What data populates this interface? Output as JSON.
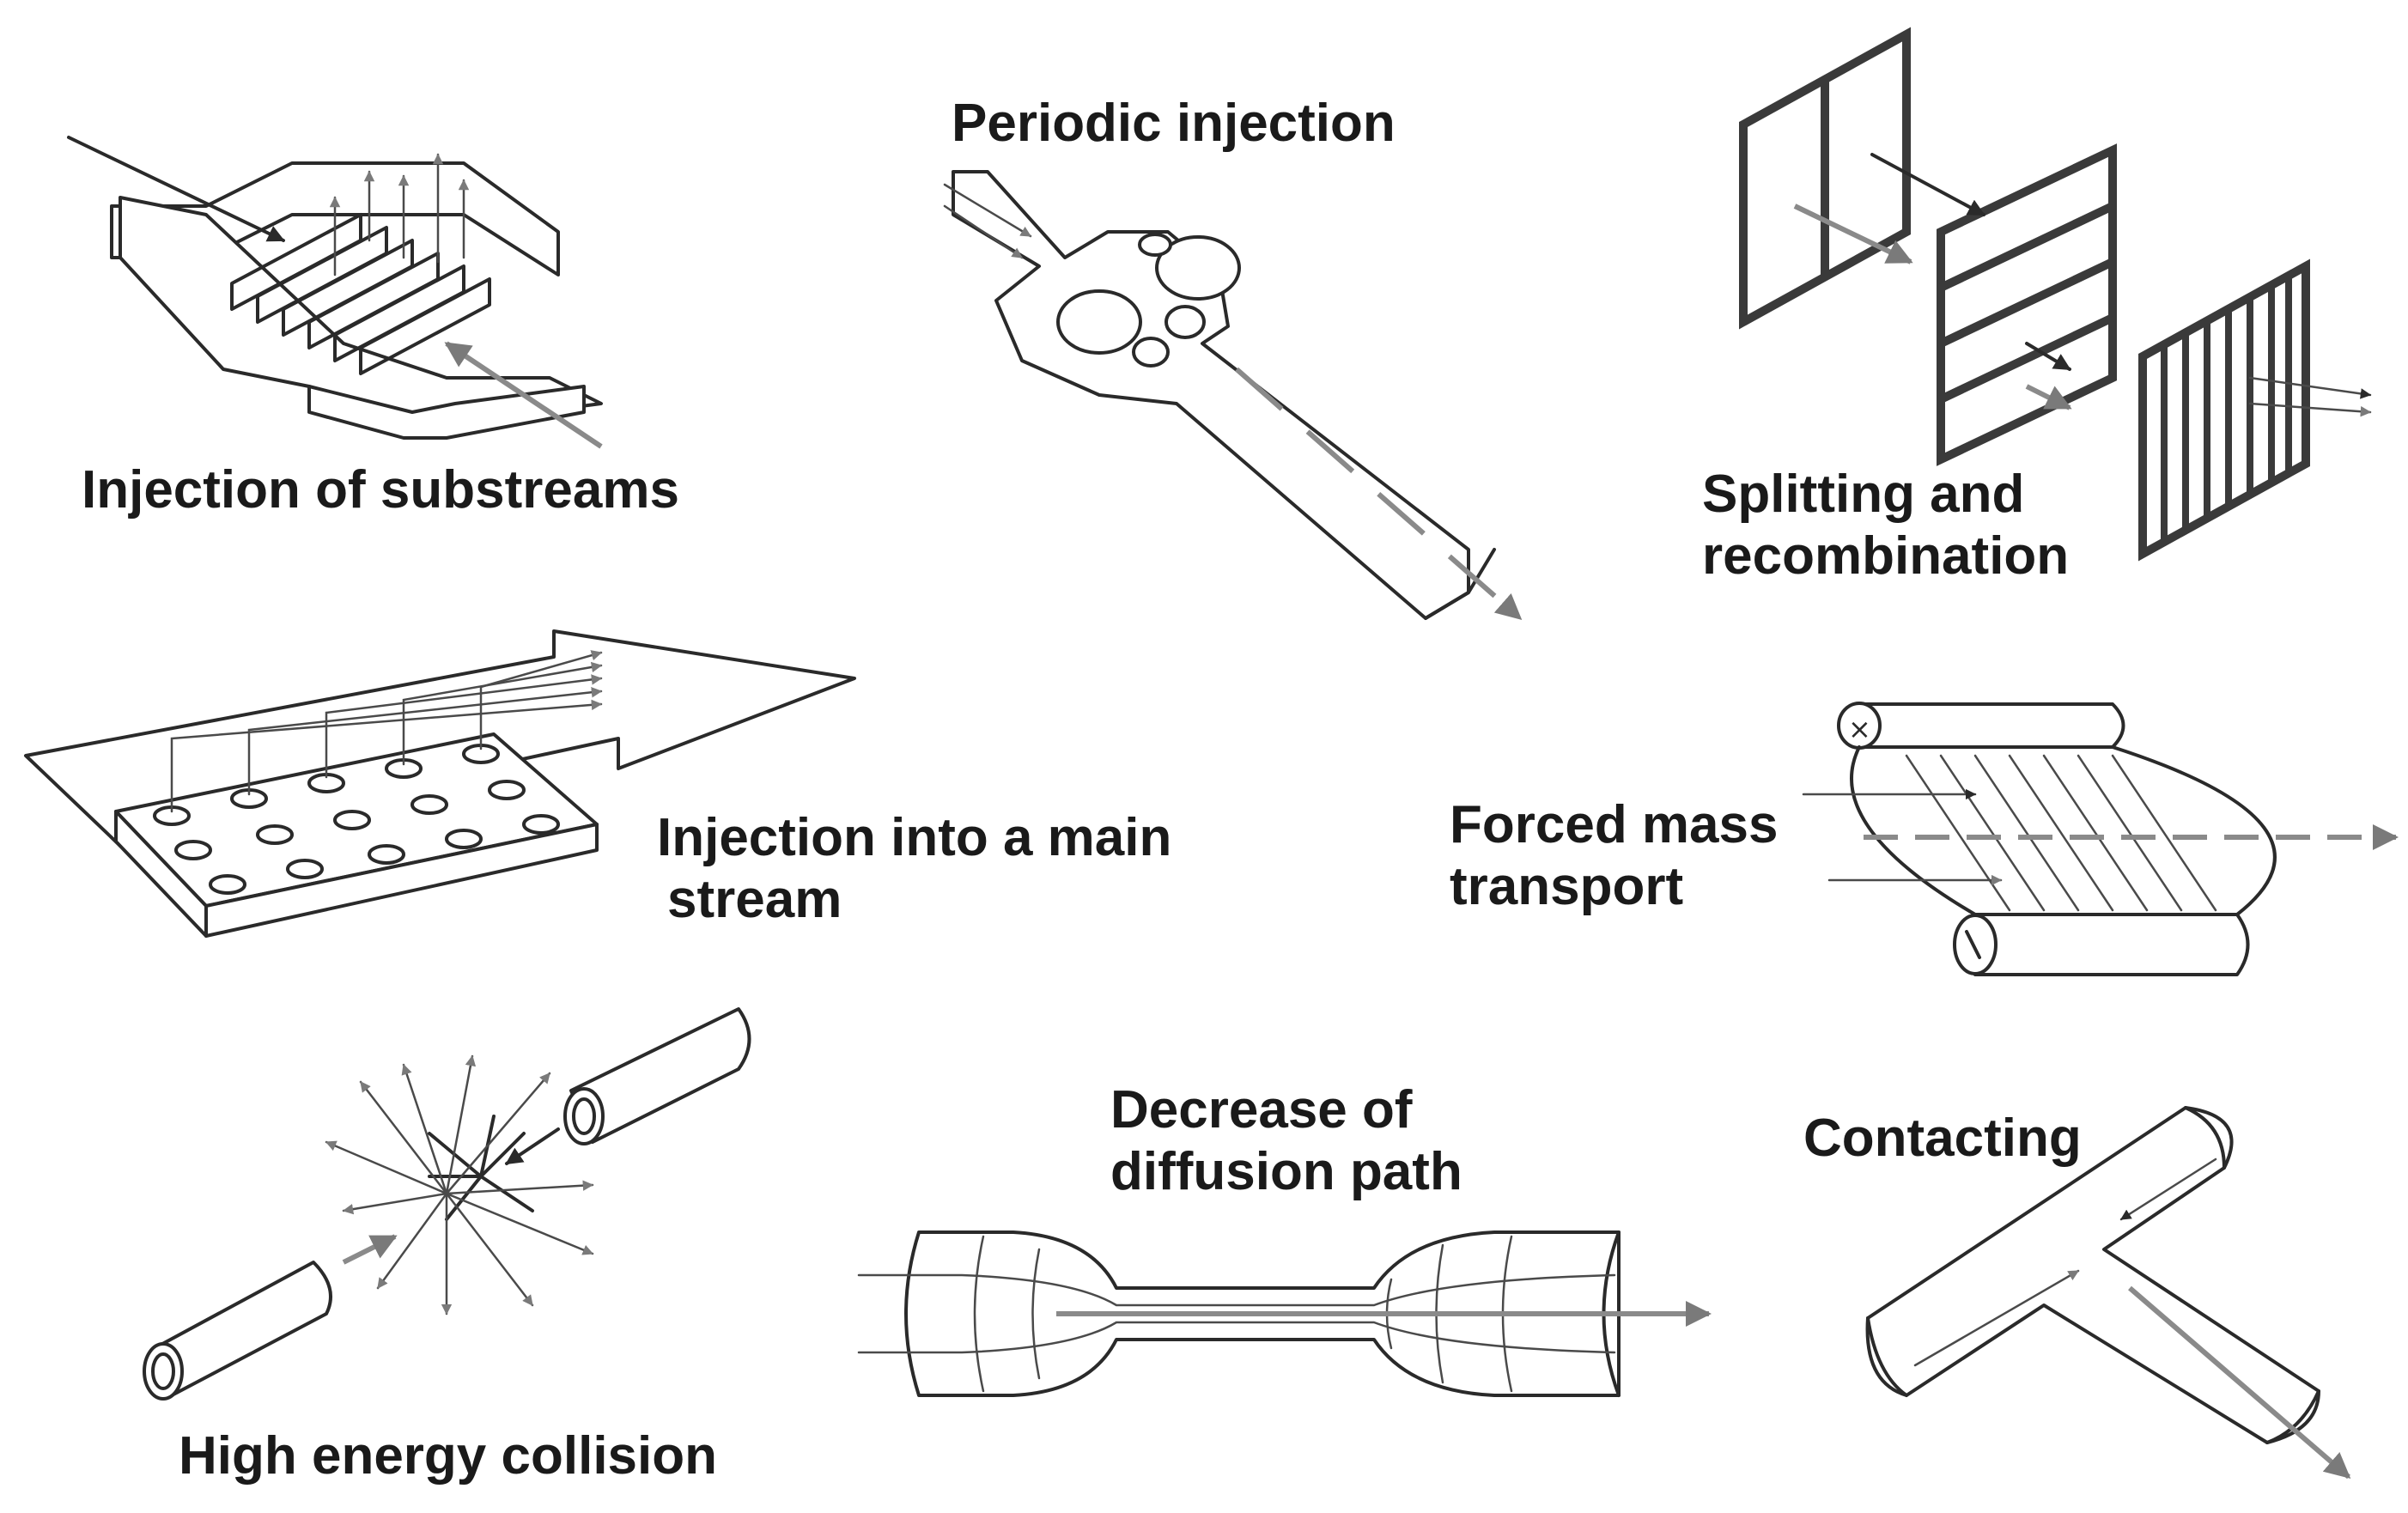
{
  "figure": {
    "panels": [
      {
        "id": "substreams",
        "label": "Injection of substreams"
      },
      {
        "id": "periodic",
        "label": "Periodic injection"
      },
      {
        "id": "splitting",
        "label_lines": [
          "Splitting and",
          "recombination"
        ]
      },
      {
        "id": "mainstream",
        "label_lines": [
          "Injection into a main",
          "stream"
        ]
      },
      {
        "id": "forced",
        "label_lines": [
          "Forced mass",
          "transport"
        ]
      },
      {
        "id": "collision",
        "label": "High energy collision"
      },
      {
        "id": "diffusion",
        "label_lines": [
          "Decrease of",
          "diffusion path"
        ]
      },
      {
        "id": "contacting",
        "label": "Contacting"
      }
    ],
    "colors": {
      "line": "#2a2a2a",
      "arrow_gray": "#8a8a8a",
      "text": "#1a1a1a"
    }
  }
}
